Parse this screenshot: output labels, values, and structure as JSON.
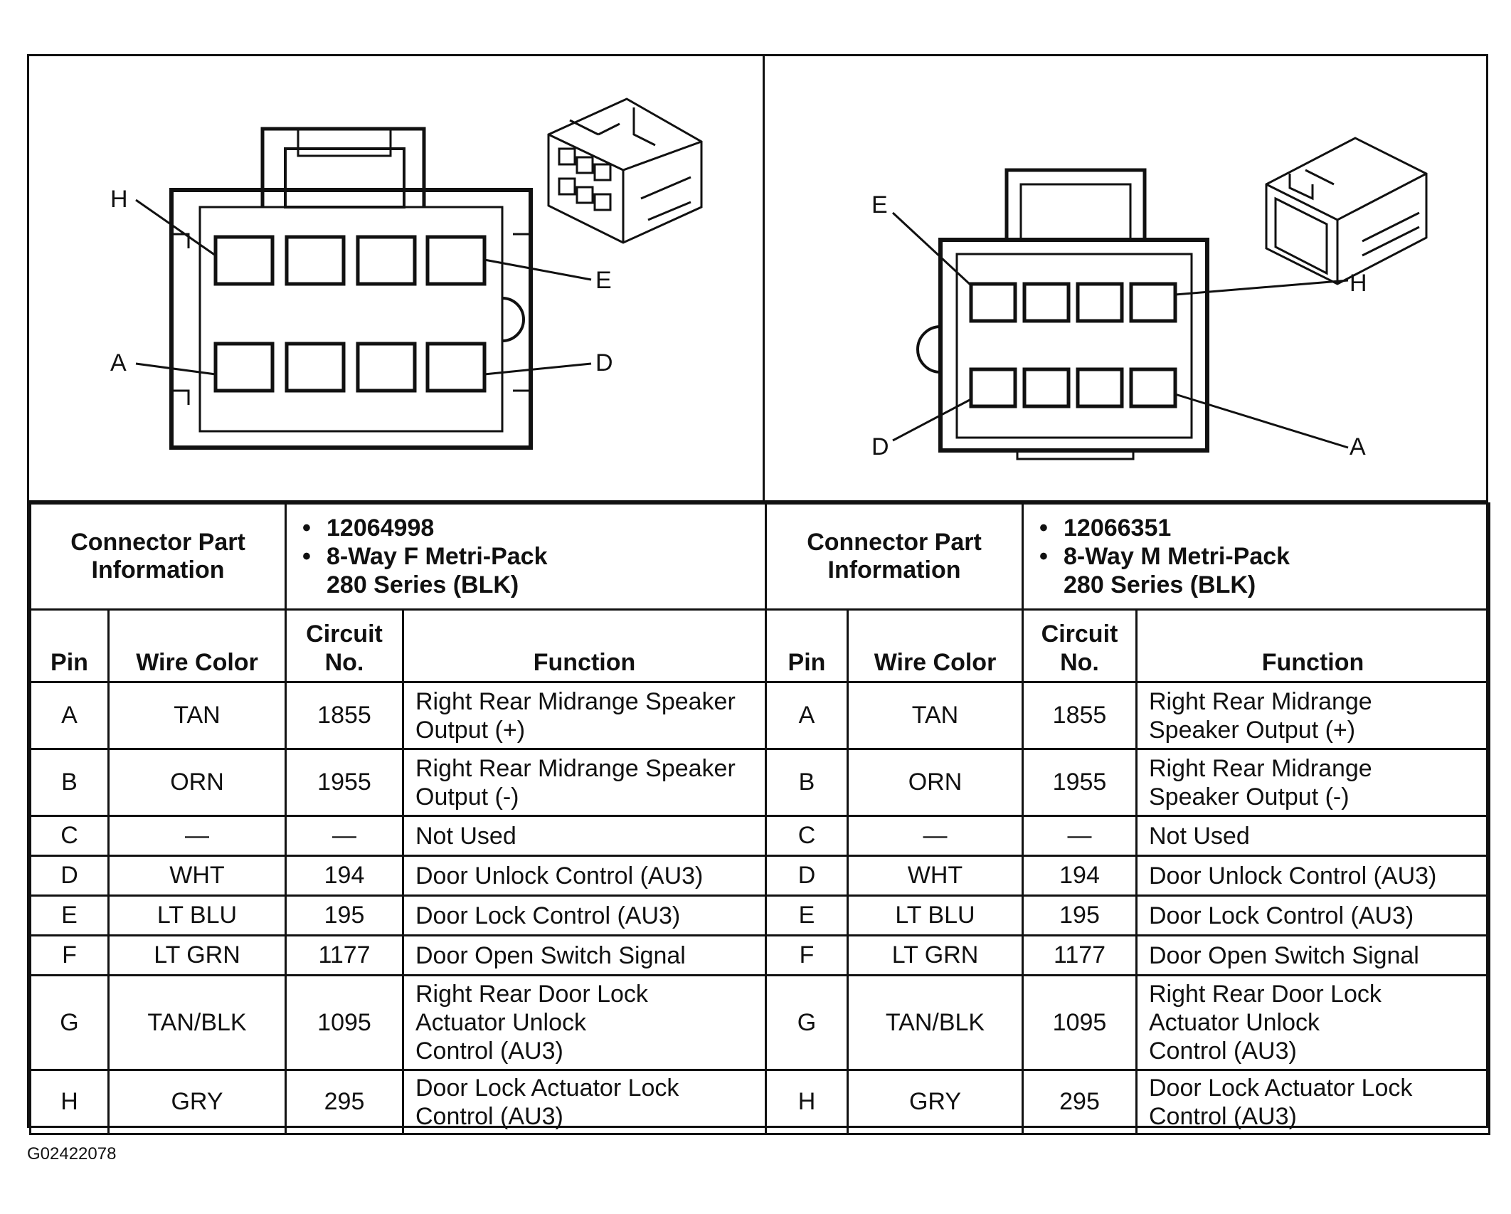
{
  "figure_id": "G02422078",
  "left_connector": {
    "diagram_labels": {
      "top_left": "H",
      "top_right": "E",
      "bottom_left": "A",
      "bottom_right": "D"
    },
    "part_info_heading": "Connector Part\nInformation",
    "part_info": [
      "12064998",
      "8-Way F Metri-Pack\n280 Series (BLK)"
    ],
    "headers": {
      "pin": "Pin",
      "wire_color": "Wire Color",
      "circuit": "Circuit\nNo.",
      "function": "Function"
    },
    "rows": [
      {
        "pin": "A",
        "wire_color": "TAN",
        "circuit": "1855",
        "function": "Right Rear Midrange Speaker\nOutput (+)"
      },
      {
        "pin": "B",
        "wire_color": "ORN",
        "circuit": "1955",
        "function": "Right Rear Midrange Speaker\nOutput (-)"
      },
      {
        "pin": "C",
        "wire_color": "—",
        "circuit": "—",
        "function": "Not Used"
      },
      {
        "pin": "D",
        "wire_color": "WHT",
        "circuit": "194",
        "function": "Door Unlock Control (AU3)"
      },
      {
        "pin": "E",
        "wire_color": "LT BLU",
        "circuit": "195",
        "function": "Door Lock Control (AU3)"
      },
      {
        "pin": "F",
        "wire_color": "LT GRN",
        "circuit": "1177",
        "function": "Door Open Switch Signal"
      },
      {
        "pin": "G",
        "wire_color": "TAN/BLK",
        "circuit": "1095",
        "function": "Right Rear Door Lock\nActuator Unlock\nControl (AU3)"
      },
      {
        "pin": "H",
        "wire_color": "GRY",
        "circuit": "295",
        "function": "Door Lock Actuator Lock\nControl (AU3)"
      }
    ]
  },
  "right_connector": {
    "diagram_labels": {
      "top_left": "E",
      "top_right": "H",
      "bottom_left": "D",
      "bottom_right": "A"
    },
    "part_info_heading": "Connector Part\nInformation",
    "part_info": [
      "12066351",
      "8-Way M Metri-Pack\n280 Series (BLK)"
    ],
    "headers": {
      "pin": "Pin",
      "wire_color": "Wire Color",
      "circuit": "Circuit\nNo.",
      "function": "Function"
    },
    "rows": [
      {
        "pin": "A",
        "wire_color": "TAN",
        "circuit": "1855",
        "function": "Right Rear Midrange\nSpeaker Output (+)"
      },
      {
        "pin": "B",
        "wire_color": "ORN",
        "circuit": "1955",
        "function": "Right Rear Midrange\nSpeaker Output (-)"
      },
      {
        "pin": "C",
        "wire_color": "—",
        "circuit": "—",
        "function": "Not Used"
      },
      {
        "pin": "D",
        "wire_color": "WHT",
        "circuit": "194",
        "function": "Door Unlock Control (AU3)"
      },
      {
        "pin": "E",
        "wire_color": "LT BLU",
        "circuit": "195",
        "function": "Door Lock Control (AU3)"
      },
      {
        "pin": "F",
        "wire_color": "LT GRN",
        "circuit": "1177",
        "function": "Door Open Switch Signal"
      },
      {
        "pin": "G",
        "wire_color": "TAN/BLK",
        "circuit": "1095",
        "function": "Right Rear Door Lock\nActuator Unlock\nControl (AU3)"
      },
      {
        "pin": "H",
        "wire_color": "GRY",
        "circuit": "295",
        "function": "Door Lock Actuator Lock\nControl (AU3)"
      }
    ]
  }
}
